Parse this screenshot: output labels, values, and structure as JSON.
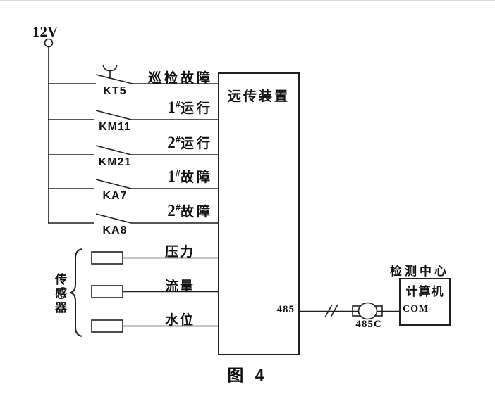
{
  "figure": {
    "caption": "图 4"
  },
  "power": {
    "label": "12V"
  },
  "branches": [
    {
      "relay": "KT5",
      "num": "",
      "sup": "",
      "signal": "巡检故障"
    },
    {
      "relay": "KM11",
      "num": "1",
      "sup": "#",
      "signal": "运行"
    },
    {
      "relay": "KM21",
      "num": "2",
      "sup": "#",
      "signal": "运行"
    },
    {
      "relay": "KA7",
      "num": "1",
      "sup": "#",
      "signal": "故障"
    },
    {
      "relay": "KA8",
      "num": "2",
      "sup": "#",
      "signal": "故障"
    }
  ],
  "device": {
    "label": "远传装置",
    "port": "485"
  },
  "sensors": {
    "group": "传感器",
    "channels": [
      "压力",
      "流量",
      "水位"
    ]
  },
  "link": {
    "converter": "485C"
  },
  "center": {
    "title": "检测中心",
    "computer": "计算机",
    "port": "COM"
  },
  "colors": {
    "line": "#1f1f1f",
    "background": "#ffffff"
  }
}
